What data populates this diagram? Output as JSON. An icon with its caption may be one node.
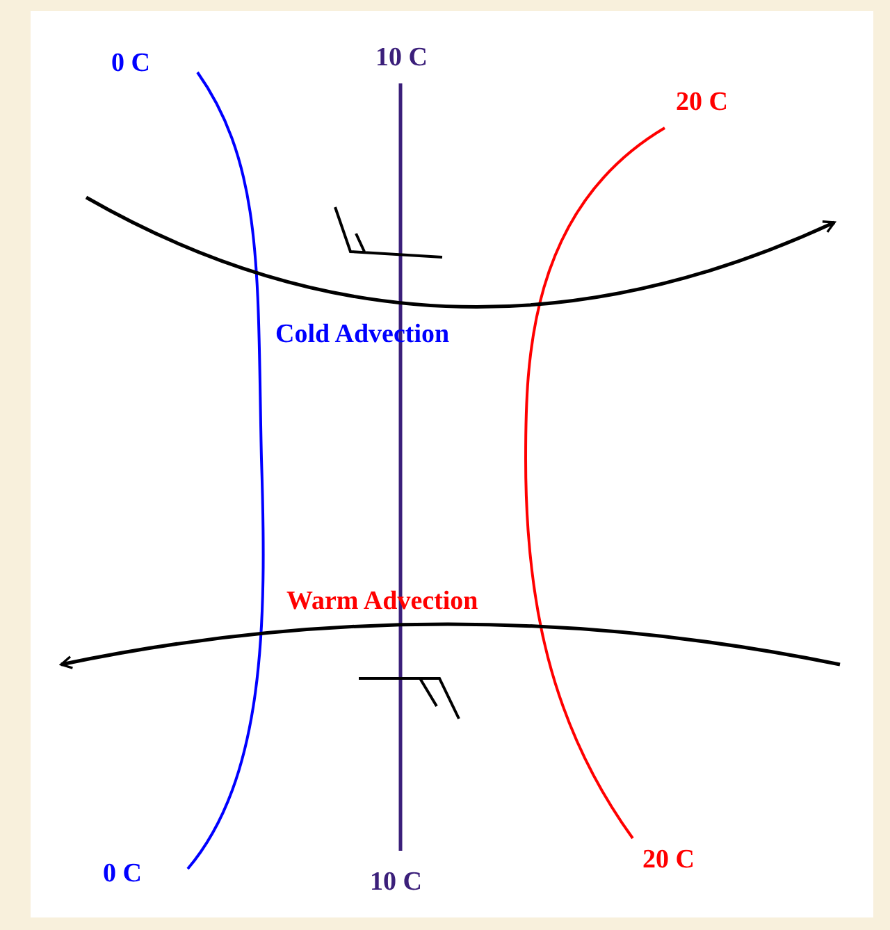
{
  "diagram": {
    "labels": [
      "0 C",
      "10 C",
      "20 C",
      "Cold Advection",
      "Warm Advection",
      "0 C",
      "10 C",
      "20 C"
    ]
  }
}
